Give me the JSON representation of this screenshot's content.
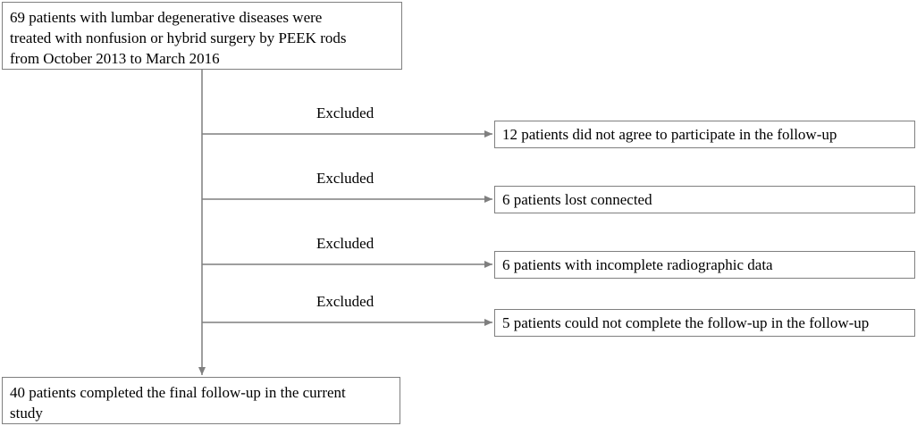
{
  "flowchart": {
    "start_box": {
      "lines": [
        "69 patients with lumbar degenerative diseases were",
        "treated with nonfusion or hybrid surgery by PEEK rods",
        "from October 2013 to March 2016"
      ]
    },
    "exclusions": [
      {
        "label": "Excluded",
        "text": "12 patients did not agree to participate in the follow-up"
      },
      {
        "label": "Excluded",
        "text": "6 patients lost connected"
      },
      {
        "label": "Excluded",
        "text": "6 patients with incomplete radiographic data"
      },
      {
        "label": "Excluded",
        "text": "5 patients could not complete the follow-up in the follow-up"
      }
    ],
    "end_box": {
      "lines": [
        "40 patients completed the final follow-up in the current",
        "study"
      ]
    }
  },
  "colors": {
    "stroke": "#7f7f7f",
    "text": "#000000",
    "background": "#ffffff"
  }
}
